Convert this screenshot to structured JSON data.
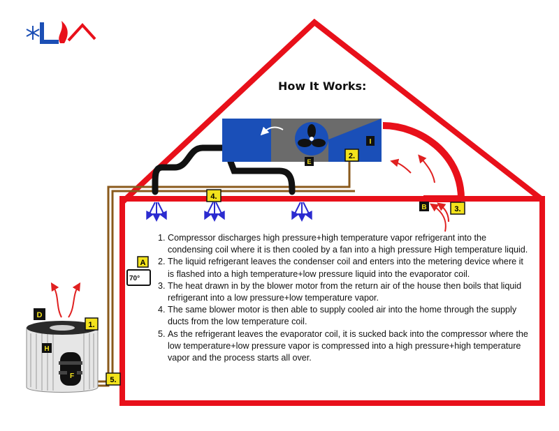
{
  "title": "How It Works:",
  "thermostat": {
    "reading": "70°"
  },
  "markers": {
    "A": "A",
    "B": "B",
    "D": "D",
    "E": "E",
    "F": "F",
    "H": "H",
    "I": "I",
    "n1": "1.",
    "n2": "2.",
    "n3": "3.",
    "n4": "4.",
    "n5": "5."
  },
  "steps": [
    {
      "num": "1.",
      "text": "Compressor discharges high pressure+high temperature vapor refrigerant into the condensing coil where it is then cooled by a fan into a high pressure High temperature liquid."
    },
    {
      "num": "2.",
      "text": "The liquid refrigerant leaves the condenser coil and enters into the metering device where it is flashed into a high temperature+low pressure liquid into the evaporator coil."
    },
    {
      "num": "3.",
      "text": "The heat drawn in by the blower motor from the return air of the house then boils that liquid refrigerant into a low pressure+low temperature vapor."
    },
    {
      "num": "4.",
      "text": "The same blower motor is then able to supply cooled air into the home through the supply ducts from the low temperature coil."
    },
    {
      "num": "5.",
      "text": "As the refrigerant leaves the evaporator coil, it is sucked back into the compressor where the low temperature+low pressure vapor is compressed into a high pressure+high temperature vapor and the process starts all over."
    }
  ],
  "colors": {
    "house": "#e8101a",
    "copper": "#8a5a1c",
    "label_bg": "#f3e21c",
    "coil_blue": "#1a4fb8",
    "blower_gray": "#6b6b6b",
    "arrow_blue": "#2b2bd0",
    "arrow_red": "#e02020",
    "logo_blue": "#1c4fb5"
  }
}
